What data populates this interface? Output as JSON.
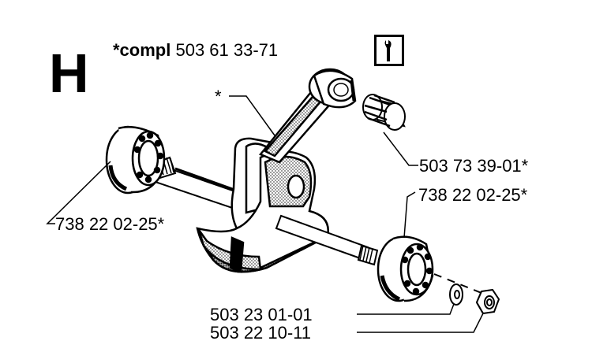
{
  "section": {
    "letter": "H",
    "compl_prefix": "*compl",
    "compl_part_number": "503 61 33-71",
    "asterisk_marker": "*"
  },
  "tool_icon": "wrench-icon",
  "callouts": {
    "needle_bearing": "503 73 39-01*",
    "ball_bearing_left": "738 22 02-25*",
    "ball_bearing_right": "738 22 02-25*",
    "washer": "503 23 01-01",
    "nut": "503 22 10-11"
  },
  "colors": {
    "ink": "#000000",
    "paper": "#ffffff",
    "shade": "#9a9a9a"
  }
}
